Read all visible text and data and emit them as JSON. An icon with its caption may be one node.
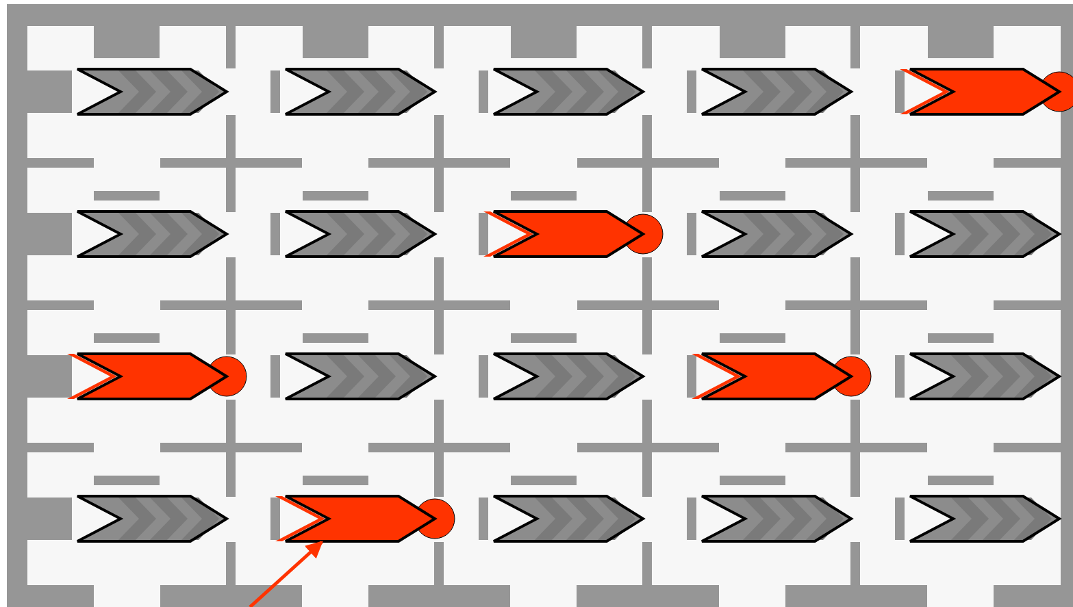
{
  "diagram": {
    "nodes": [
      {
        "text": [],
        "shape": "chevron"
      },
      {
        "text": [],
        "shape": "chevron"
      },
      {
        "text": [],
        "shape": "chevron"
      },
      {
        "text": [],
        "shape": "chevron"
      },
      {
        "text": [],
        "shape": "chevron"
      },
      {
        "text": [],
        "shape": "chevron"
      },
      {
        "text": [],
        "shape": "chevron"
      },
      {
        "text": [],
        "shape": "chevron"
      },
      {
        "text": [],
        "shape": "chevron"
      },
      {
        "text": [],
        "shape": "chevron"
      },
      {
        "text": [],
        "shape": "chevron"
      },
      {
        "text": [],
        "shape": "chevron"
      },
      {
        "text": [],
        "shape": "chevron"
      },
      {
        "text": [],
        "shape": "chevron"
      },
      {
        "text": [],
        "shape": "chevron"
      },
      {
        "text": [],
        "shape": "chevron"
      },
      {
        "text": [],
        "shape": "chevron"
      },
      {
        "text": [],
        "shape": "chevron"
      },
      {
        "text": [],
        "shape": "chevron"
      },
      {
        "text": [],
        "shape": "chevron"
      }
    ],
    "edges": [
      {
        "from": null,
        "to": 16,
        "arrow": "to"
      }
    ]
  }
}
